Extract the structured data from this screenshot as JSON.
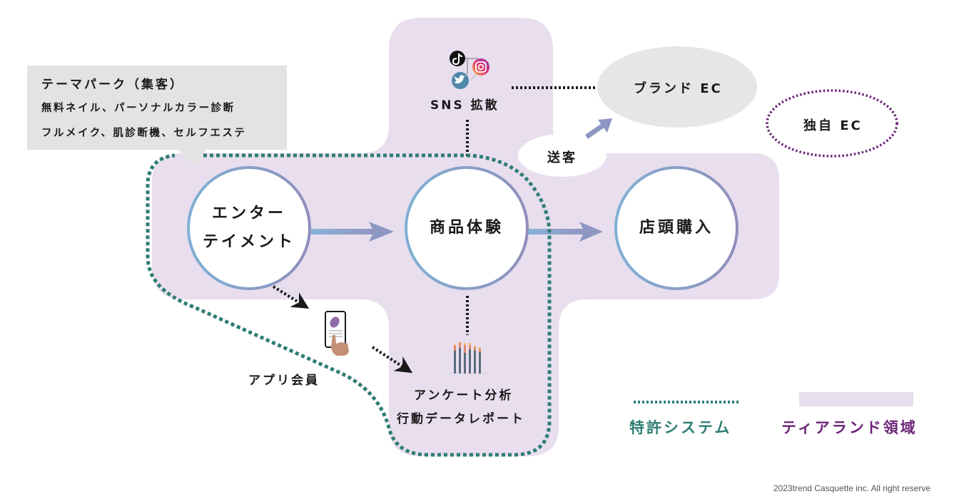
{
  "callout": {
    "title": "テーマパーク（集客）",
    "line1": "無料ネイル、パーソナルカラー診断",
    "line2": "フルメイク、肌診断機、セルフエステ"
  },
  "sns": {
    "label": "SNS 拡散",
    "icons": [
      "tiktok-icon",
      "instagram-icon",
      "twitter-icon"
    ]
  },
  "brand_ec": {
    "label": "ブランド EC"
  },
  "own_ec": {
    "label": "独自 EC"
  },
  "send_customers": {
    "label": "送客"
  },
  "nodes": [
    {
      "id": "entertainment",
      "line1": "エンター",
      "line2": "テイメント"
    },
    {
      "id": "product-experience",
      "label": "商品体験"
    },
    {
      "id": "store-purchase",
      "label": "店頭購入"
    }
  ],
  "app_member": {
    "label": "アプリ会員"
  },
  "analysis": {
    "line1": "アンケート分析",
    "line2": "行動データレポート"
  },
  "legend": {
    "patent": {
      "label": "特許システム",
      "color": "#2e7d74"
    },
    "tialand": {
      "label": "ティアランド領域",
      "color": "#6b2577",
      "swatch": "#e8deee"
    }
  },
  "colors": {
    "region": "#e8deee",
    "patent_dash": "#2e7d74",
    "own_ec_dash": "#6b2577",
    "node_border": "#8a9bc4",
    "arrow": "#8d97c2",
    "callout_bg": "#e3e3e3",
    "ellipse_bg": "#e6e6e6"
  },
  "footer": {
    "copyright": "2023trend Casquette inc. All right reserve"
  }
}
